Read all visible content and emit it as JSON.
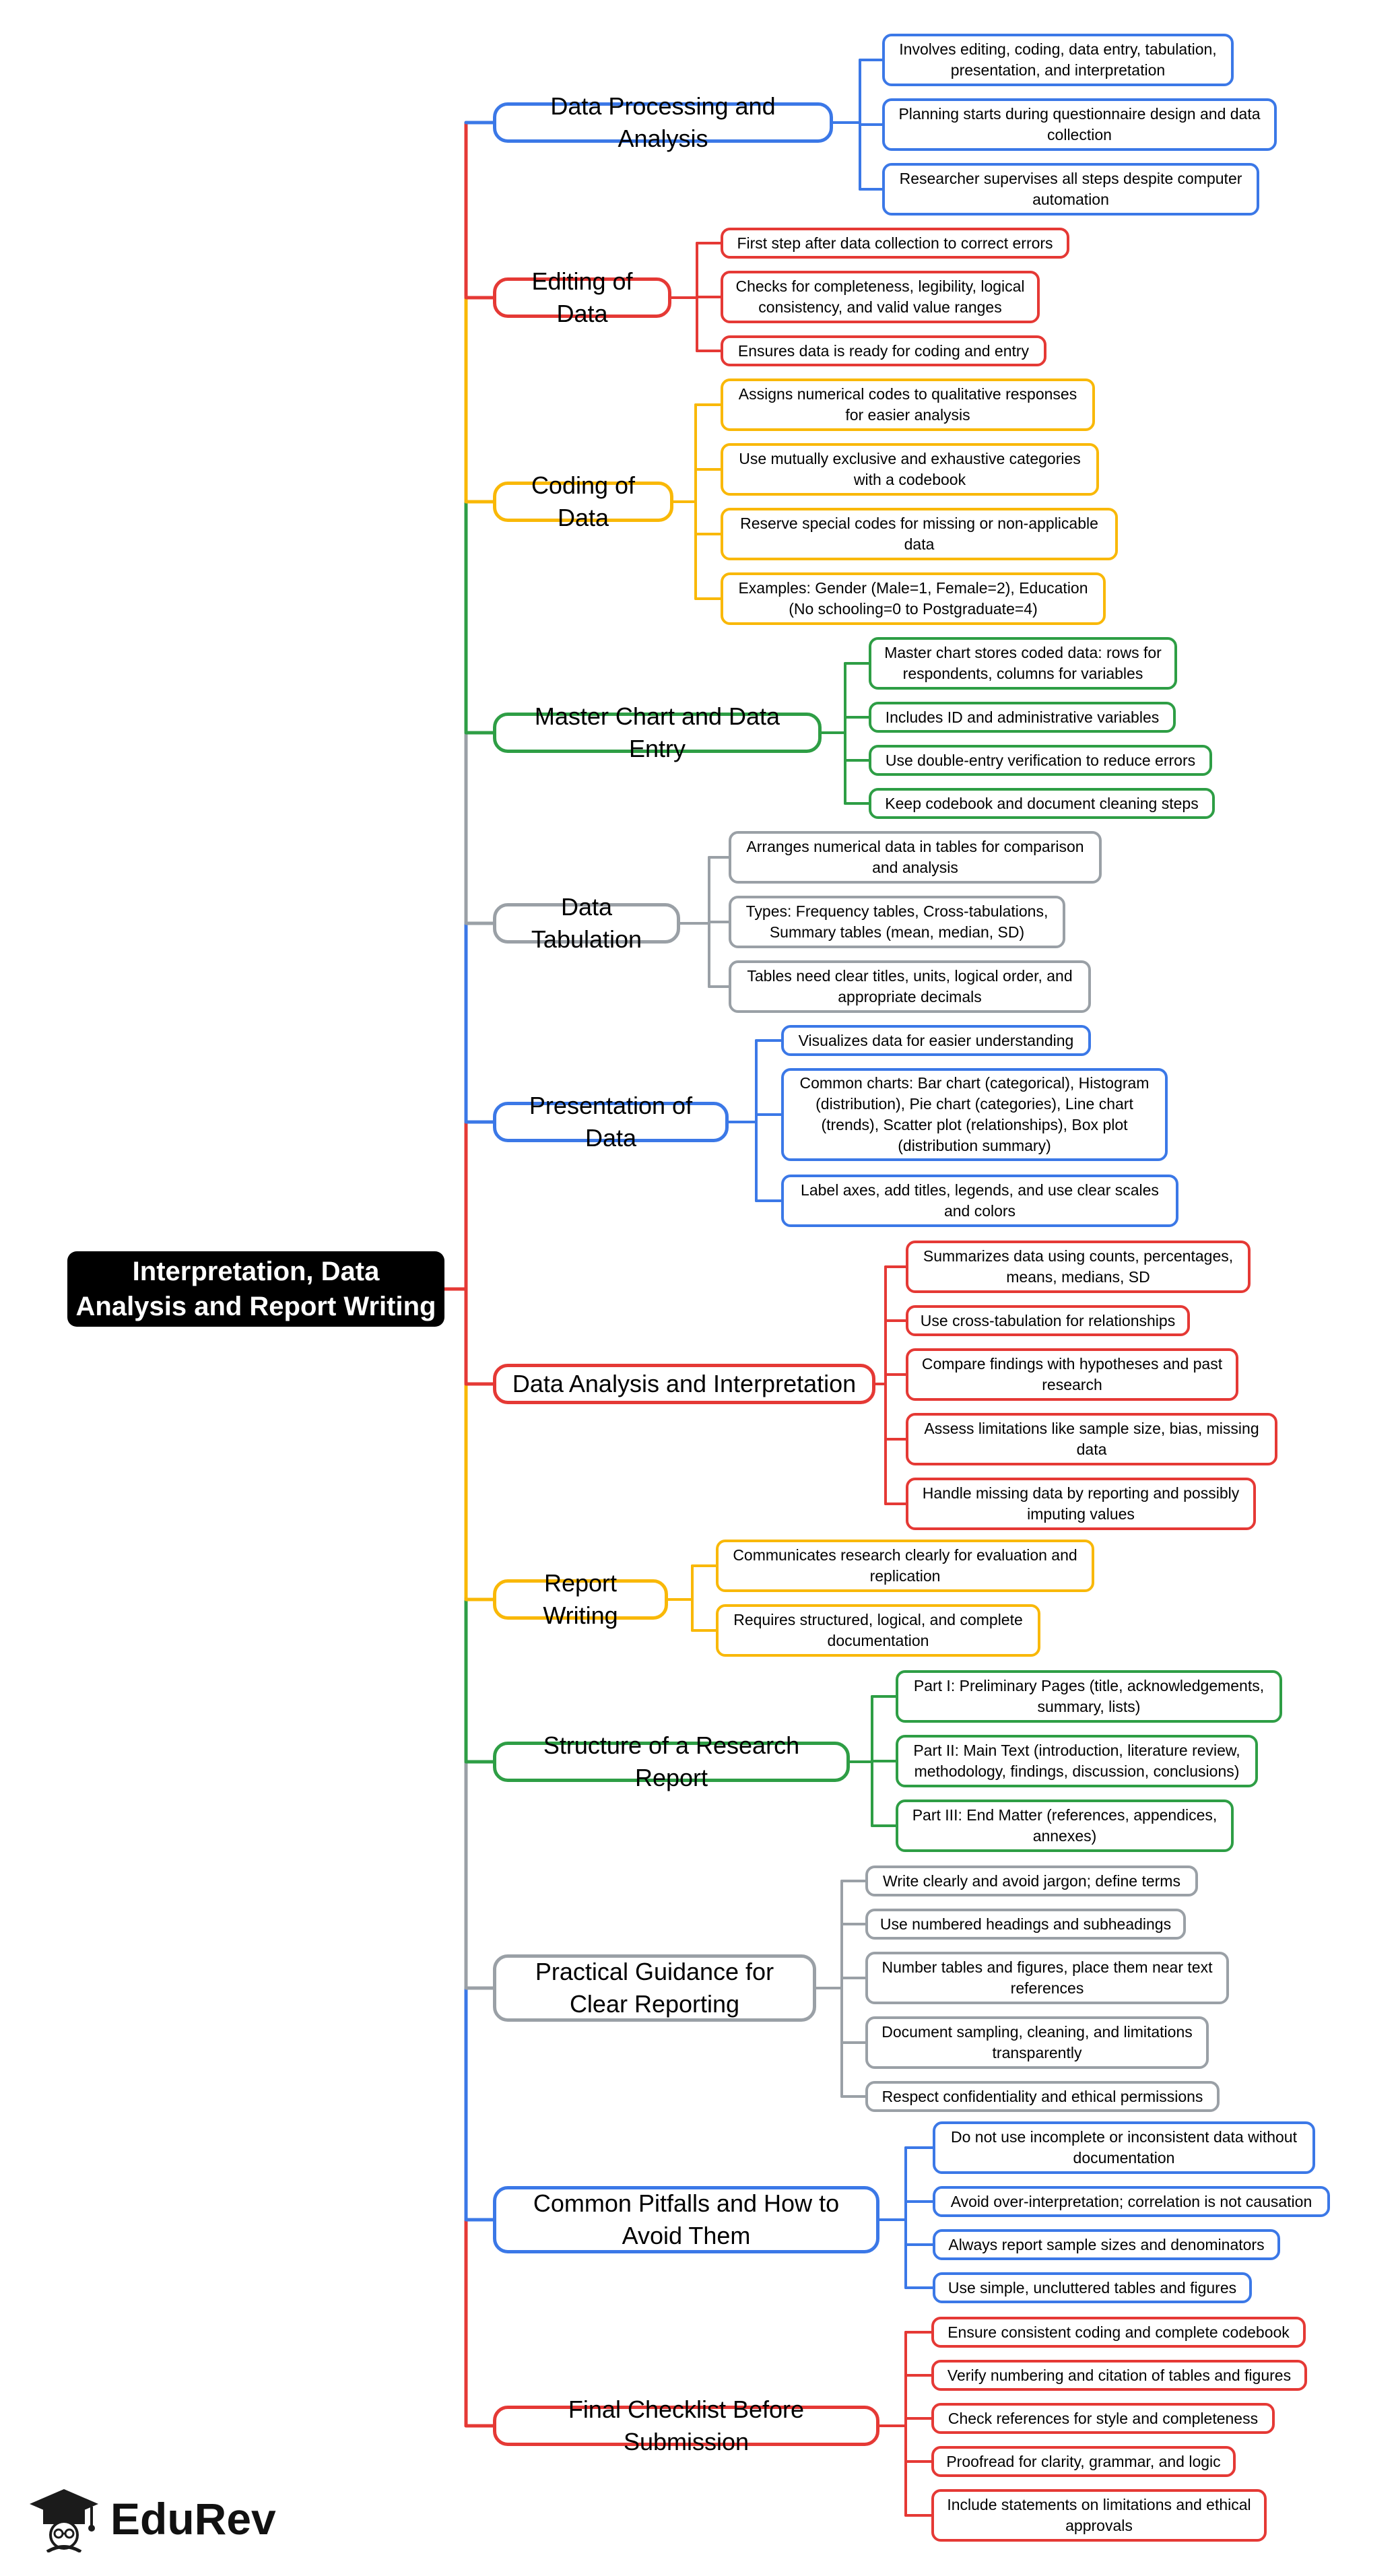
{
  "root": {
    "title": "Interpretation, Data Analysis and Report Writing"
  },
  "colors": {
    "blue": "#3b78e7",
    "red": "#e53935",
    "yellow": "#f9b807",
    "green": "#2e9e45",
    "gray": "#9aa0a6"
  },
  "branches": [
    {
      "label": "Data Processing and Analysis",
      "color": "blue",
      "leaves": [
        "Involves editing, coding, data entry, tabulation, presentation, and interpretation",
        "Planning starts during questionnaire design and data collection",
        "Researcher supervises all steps despite computer automation"
      ]
    },
    {
      "label": "Editing of Data",
      "color": "red",
      "leaves": [
        "First step after data collection to correct errors",
        "Checks for completeness, legibility, logical consistency, and valid value ranges",
        "Ensures data is ready for coding and entry"
      ]
    },
    {
      "label": "Coding of Data",
      "color": "yellow",
      "leaves": [
        "Assigns numerical codes to qualitative responses for easier analysis",
        "Use mutually exclusive and exhaustive categories with a codebook",
        "Reserve special codes for missing or non-applicable data",
        "Examples: Gender (Male=1, Female=2), Education (No schooling=0 to Postgraduate=4)"
      ]
    },
    {
      "label": "Master Chart and Data Entry",
      "color": "green",
      "leaves": [
        "Master chart stores coded data: rows for respondents, columns for variables",
        "Includes ID and administrative variables",
        "Use double-entry verification to reduce errors",
        "Keep codebook and document cleaning steps"
      ]
    },
    {
      "label": "Data Tabulation",
      "color": "gray",
      "leaves": [
        "Arranges numerical data in tables for comparison and analysis",
        "Types: Frequency tables, Cross-tabulations, Summary tables (mean, median, SD)",
        "Tables need clear titles, units, logical order, and appropriate decimals"
      ]
    },
    {
      "label": "Presentation of Data",
      "color": "blue",
      "leaves": [
        "Visualizes data for easier understanding",
        "Common charts: Bar chart (categorical), Histogram (distribution), Pie chart (categories), Line chart (trends), Scatter plot (relationships), Box plot (distribution summary)",
        "Label axes, add titles, legends, and use clear scales and colors"
      ]
    },
    {
      "label": "Data Analysis and Interpretation",
      "color": "red",
      "leaves": [
        "Summarizes data using counts, percentages, means, medians, SD",
        "Use cross-tabulation for relationships",
        "Compare findings with hypotheses and past research",
        "Assess limitations like sample size, bias, missing data",
        "Handle missing data by reporting and possibly imputing values"
      ]
    },
    {
      "label": "Report Writing",
      "color": "yellow",
      "leaves": [
        "Communicates research clearly for evaluation and replication",
        "Requires structured, logical, and complete documentation"
      ]
    },
    {
      "label": "Structure of a Research Report",
      "color": "green",
      "leaves": [
        "Part I: Preliminary Pages (title, acknowledgements, summary, lists)",
        "Part II: Main Text (introduction, literature review, methodology, findings, discussion, conclusions)",
        "Part III: End Matter (references, appendices, annexes)"
      ]
    },
    {
      "label": "Practical Guidance for Clear Reporting",
      "color": "gray",
      "leaves": [
        "Write clearly and avoid jargon; define terms",
        "Use numbered headings and subheadings",
        "Number tables and figures, place them near text references",
        "Document sampling, cleaning, and limitations transparently",
        "Respect confidentiality and ethical permissions"
      ]
    },
    {
      "label": "Common Pitfalls and How to Avoid Them",
      "color": "blue",
      "leaves": [
        "Do not use incomplete or inconsistent data without documentation",
        "Avoid over-interpretation; correlation is not causation",
        "Always report sample sizes and denominators",
        "Use simple, uncluttered tables and figures"
      ]
    },
    {
      "label": "Final Checklist Before Submission",
      "color": "red",
      "leaves": [
        "Ensure consistent coding and complete codebook",
        "Verify numbering and citation of tables and figures",
        "Check references for style and completeness",
        "Proofread for clarity, grammar, and logic",
        "Include statements on limitations and ethical approvals"
      ]
    }
  ],
  "logo": {
    "text": "EduRev",
    "icon": "graduation-cap-icon"
  }
}
